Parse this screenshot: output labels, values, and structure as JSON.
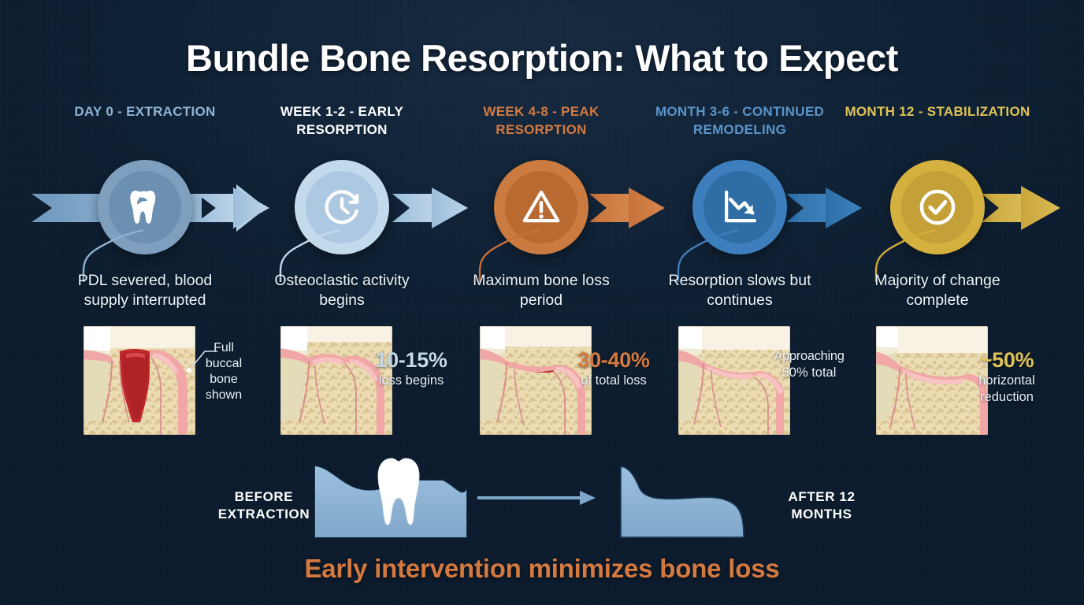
{
  "title": "Bundle Bone Resorption: What to Expect",
  "theme": {
    "background": "#0d1f33",
    "accent_blue_light": "#a9c6e0",
    "accent_blue": "#7aa7cc",
    "accent_blue_dark": "#2f6ea5",
    "accent_orange": "#c87137",
    "accent_gold": "#d4af37",
    "text_light": "#eef4fa"
  },
  "stages": [
    {
      "id": "day-0-extraction",
      "header": "DAY 0 - EXTRACTION",
      "color": "#8fb4d4",
      "icon": "tooth-icon",
      "description": "PDL severed, blood supply interrupted",
      "stat_value": "",
      "stat_label": "",
      "leader_note": "Full buccal bone shown"
    },
    {
      "id": "week-1-2-early-resorption",
      "header": "WEEK 1-2 - EARLY RESORPTION",
      "color": "#c3d9ec",
      "icon": "clock-rotate-icon",
      "description": "Osteoclastic activity begins",
      "stat_value": "10-15%",
      "stat_label": "loss begins",
      "leader_note": ""
    },
    {
      "id": "week-4-8-peak-resorption",
      "header": "WEEK 4-8 - PEAK RESORPTION",
      "color": "#c87137",
      "icon": "warning-triangle-icon",
      "description": "Maximum bone loss period",
      "stat_value": "30-40%",
      "stat_label": "of total loss",
      "leader_note": ""
    },
    {
      "id": "month-3-6-continued-remodeling",
      "header": "MONTH 3-6 - CONTINUED REMODELING",
      "color": "#3d7fbc",
      "icon": "declining-chart-icon",
      "description": "Resorption slows but continues",
      "stat_value": "Approaching",
      "stat_label": "50% total",
      "leader_note": ""
    },
    {
      "id": "month-12-stabilization",
      "header": "MONTH 12 - STABILIZATION",
      "color": "#d4af37",
      "icon": "check-circle-icon",
      "description": "Majority of change complete",
      "stat_value": "~50%",
      "stat_label": "horizontal reduction",
      "leader_note": ""
    }
  ],
  "comparison": {
    "before_label": "BEFORE EXTRACTION",
    "after_label": "AFTER 12 MONTHS"
  },
  "footer": "Early intervention minimizes bone loss"
}
